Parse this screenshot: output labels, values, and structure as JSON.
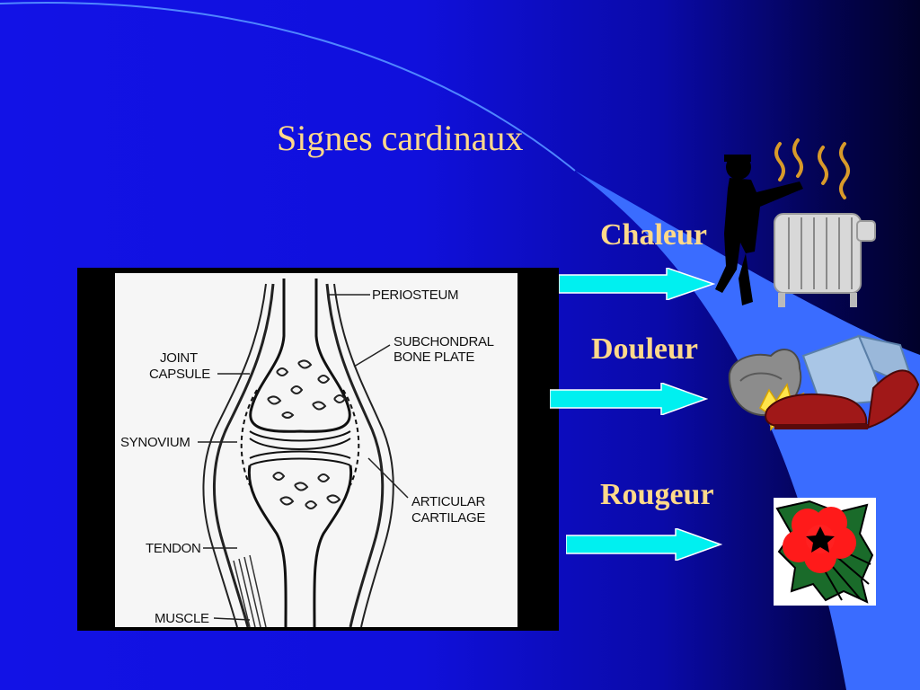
{
  "slide": {
    "title": "Signes cardinaux",
    "colors": {
      "background": "#1212e6",
      "title_text": "#ffd98a",
      "arrow": "#00f0f0",
      "accent_band": "#3a6cff"
    },
    "diagram": {
      "labels": {
        "periosteum": "PERIOSTEUM",
        "subchondral_line1": "SUBCHONDRAL",
        "subchondral_line2": "BONE PLATE",
        "joint_capsule_line1": "JOINT",
        "joint_capsule_line2": "CAPSULE",
        "synovium": "SYNOVIUM",
        "articular_line1": "ARTICULAR",
        "articular_line2": "CARTILAGE",
        "tendon": "TENDON",
        "muscle": "MUSCLE"
      }
    },
    "signs": [
      {
        "label": "Chaleur",
        "icon": "radiator-heat-icon"
      },
      {
        "label": "Douleur",
        "icon": "stubbed-toe-pain-icon"
      },
      {
        "label": "Rougeur",
        "icon": "red-flower-icon"
      }
    ]
  }
}
